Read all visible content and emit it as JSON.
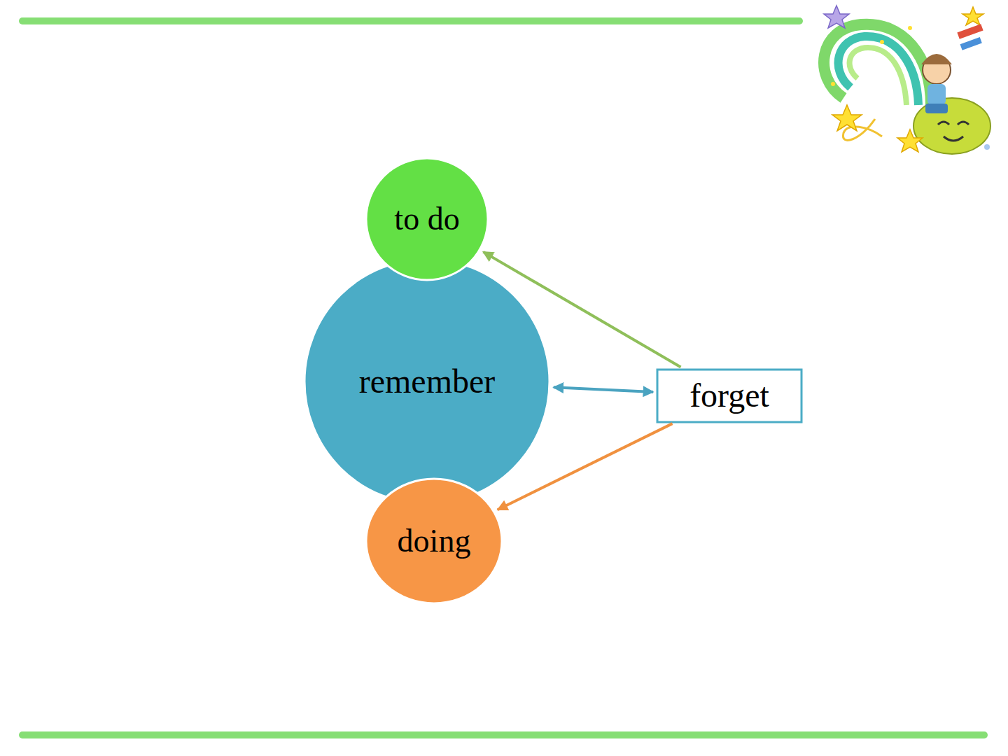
{
  "diagram": {
    "nodes": [
      {
        "text": [
          "to do"
        ]
      },
      {
        "text": [
          "remember"
        ]
      },
      {
        "text": [
          "forget"
        ]
      },
      {
        "text": [
          "doing"
        ]
      }
    ],
    "edges": [
      {
        "from": 2,
        "to": 0,
        "arrow": "to"
      },
      {
        "from": 1,
        "to": 2,
        "arrow": "both"
      },
      {
        "from": 2,
        "to": 3,
        "arrow": "to"
      }
    ]
  }
}
